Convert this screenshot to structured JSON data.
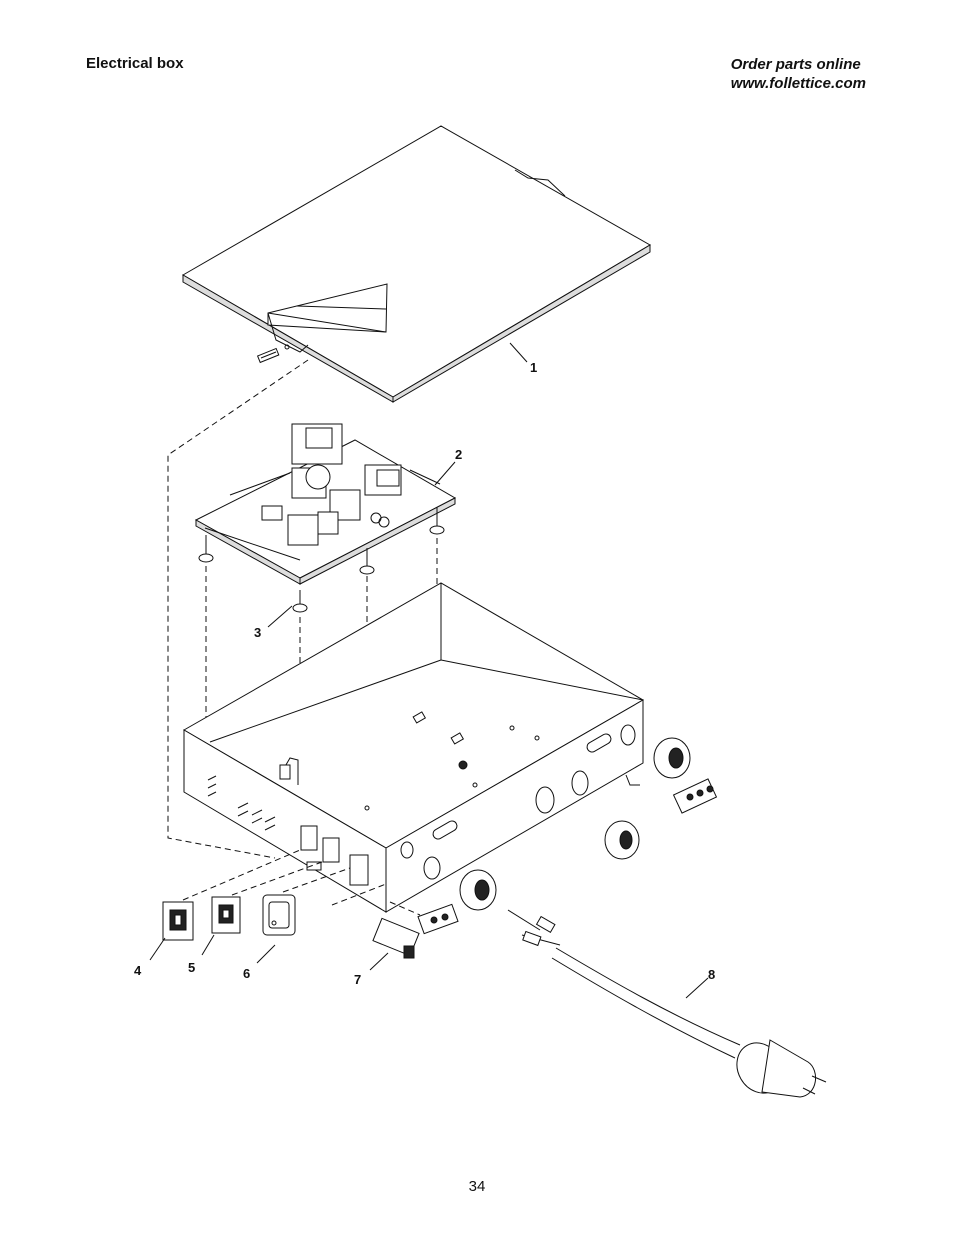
{
  "header": {
    "section_title": "Electrical box",
    "order_line1": "Order parts online",
    "order_line2": "www.follettice.com"
  },
  "callouts": [
    "1",
    "2",
    "3",
    "4",
    "5",
    "6",
    "7",
    "8"
  ],
  "page_number": "34"
}
